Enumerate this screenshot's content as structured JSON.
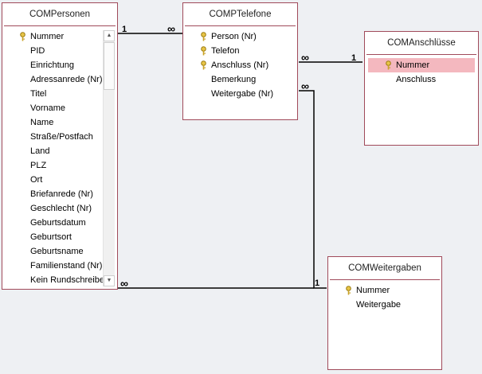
{
  "tables": {
    "personen": {
      "title": "COMPersonen",
      "fields": [
        "Nummer",
        "PID",
        "Einrichtung",
        "Adressanrede (Nr)",
        "Titel",
        "Vorname",
        "Name",
        "Straße/Postfach",
        "Land",
        "PLZ",
        "Ort",
        "Briefanrede (Nr)",
        "Geschlecht (Nr)",
        "Geburtsdatum",
        "Geburtsort",
        "Geburtsname",
        "Familienstand (Nr)",
        "Kein Rundschreiben"
      ]
    },
    "telefone": {
      "title": "COMPTelefone",
      "fields": [
        "Person (Nr)",
        "Telefon",
        "Anschluss (Nr)",
        "Bemerkung",
        "Weitergabe (Nr)"
      ]
    },
    "anschluesse": {
      "title": "COMAnschlüsse",
      "fields": [
        "Nummer",
        "Anschluss"
      ]
    },
    "weitergaben": {
      "title": "COMWeitergaben",
      "fields": [
        "Nummer",
        "Weitergabe"
      ]
    }
  },
  "relations": {
    "one": "1",
    "many": "∞"
  },
  "colors": {
    "table_border": "#a04a5a",
    "selected_row": "#f4b8bf",
    "canvas": "#eef0f3",
    "key_icon": "#c9a227"
  }
}
